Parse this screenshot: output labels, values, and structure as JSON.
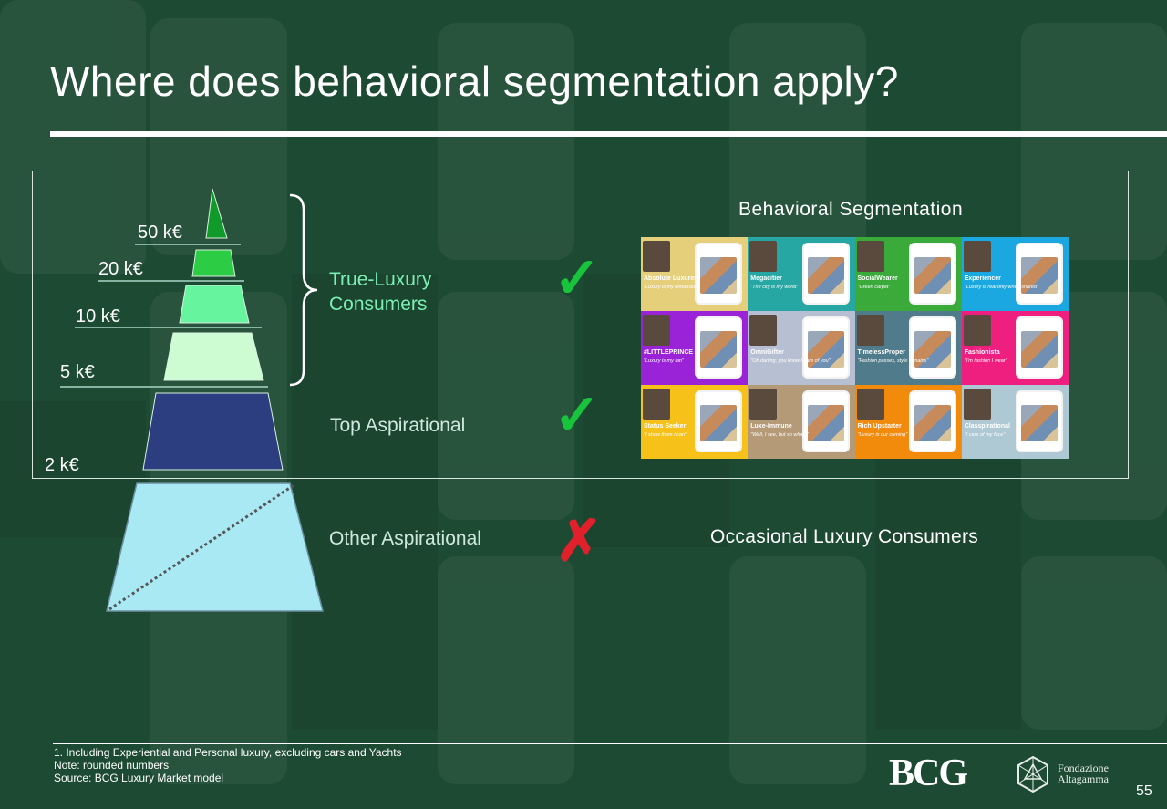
{
  "title": "Where does behavioral segmentation apply?",
  "pyramid": {
    "tiers": [
      {
        "label": "50 k€"
      },
      {
        "label": "20 k€"
      },
      {
        "label": "10 k€"
      },
      {
        "label": "5 k€"
      },
      {
        "label": "2 k€"
      }
    ]
  },
  "segments": {
    "true_luxury": "True-Luxury\nConsumers",
    "top_aspirational": "Top Aspirational",
    "other_aspirational": "Other Aspirational"
  },
  "marks": {
    "check": "✓",
    "cross": "✗"
  },
  "behavioral": {
    "title": "Behavioral Segmentation",
    "cards": [
      {
        "name": "Absolute Luxurer",
        "tag": "\"Luxury is my dimension\"",
        "color": "#e6cf7a"
      },
      {
        "name": "Megacitier",
        "tag": "\"The city is my world\"",
        "color": "#26a7a4"
      },
      {
        "name": "SocialWearer",
        "tag": "\"Green carpet\"",
        "color": "#3aaa3a"
      },
      {
        "name": "Experiencer",
        "tag": "\"Luxury is real only when shared\"",
        "color": "#1ba7e0"
      },
      {
        "name": "#LITTLEPRINCE",
        "tag": "\"Luxury is my fan\"",
        "color": "#9a23d8"
      },
      {
        "name": "OmniGifter",
        "tag": "\"Oh darling, you know I care of you\"",
        "color": "#b7c0d2"
      },
      {
        "name": "TimelessProper",
        "tag": "\"Fashion passes, style remains\"",
        "color": "#4f7b8a"
      },
      {
        "name": "Fashionista",
        "tag": "\"I'm fashion I wear\"",
        "color": "#ee1f7f"
      },
      {
        "name": "Status Seeker",
        "tag": "\"I show them I can\"",
        "color": "#f6c21a"
      },
      {
        "name": "Luxe-Immune",
        "tag": "\"Well, I see, but so what?\"",
        "color": "#b59a78"
      },
      {
        "name": "Rich Upstarter",
        "tag": "\"Luxury is our coming\"",
        "color": "#f28a0c"
      },
      {
        "name": "Classpirational",
        "tag": "\"I care of my face\"",
        "color": "#aec8d4"
      }
    ]
  },
  "occasional": "Occasional Luxury Consumers",
  "footnotes": [
    "1. Including Experiential and Personal luxury, excluding cars and Yachts",
    "Note: rounded numbers",
    "Source: BCG Luxury Market model"
  ],
  "logos": {
    "bcg": "BCG",
    "altagamma_line1": "Fondazione",
    "altagamma_line2": "Altagamma"
  },
  "page_number": "55",
  "colors": {
    "background": "#1d4a32",
    "tier1": "#0f9a2a",
    "tier2": "#2ccc45",
    "tier3": "#66f59e",
    "tier4": "#cdfcd2",
    "tier5": "#2c3e80",
    "tier6": "#a9e9f4",
    "check": "#18c43c",
    "cross": "#e0202a"
  }
}
